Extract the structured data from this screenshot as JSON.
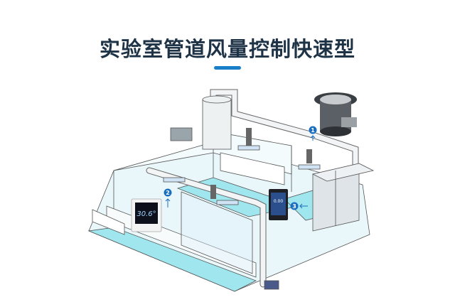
{
  "title": "实验室管道风量控制快速型",
  "colors": {
    "title": "#1f3347",
    "accent": "#1a7fc9",
    "floor": "#9fe6ee",
    "callout": "#1a6fc0"
  },
  "callouts": [
    {
      "number": "1",
      "icon": "arrow-up-icon"
    },
    {
      "number": "2",
      "icon": "arrow-up-icon"
    },
    {
      "number": "3",
      "icon": "arrow-left-icon"
    }
  ],
  "thermostat": {
    "reading": "30.6°"
  },
  "touch_panel": {
    "reading": "0.00"
  }
}
